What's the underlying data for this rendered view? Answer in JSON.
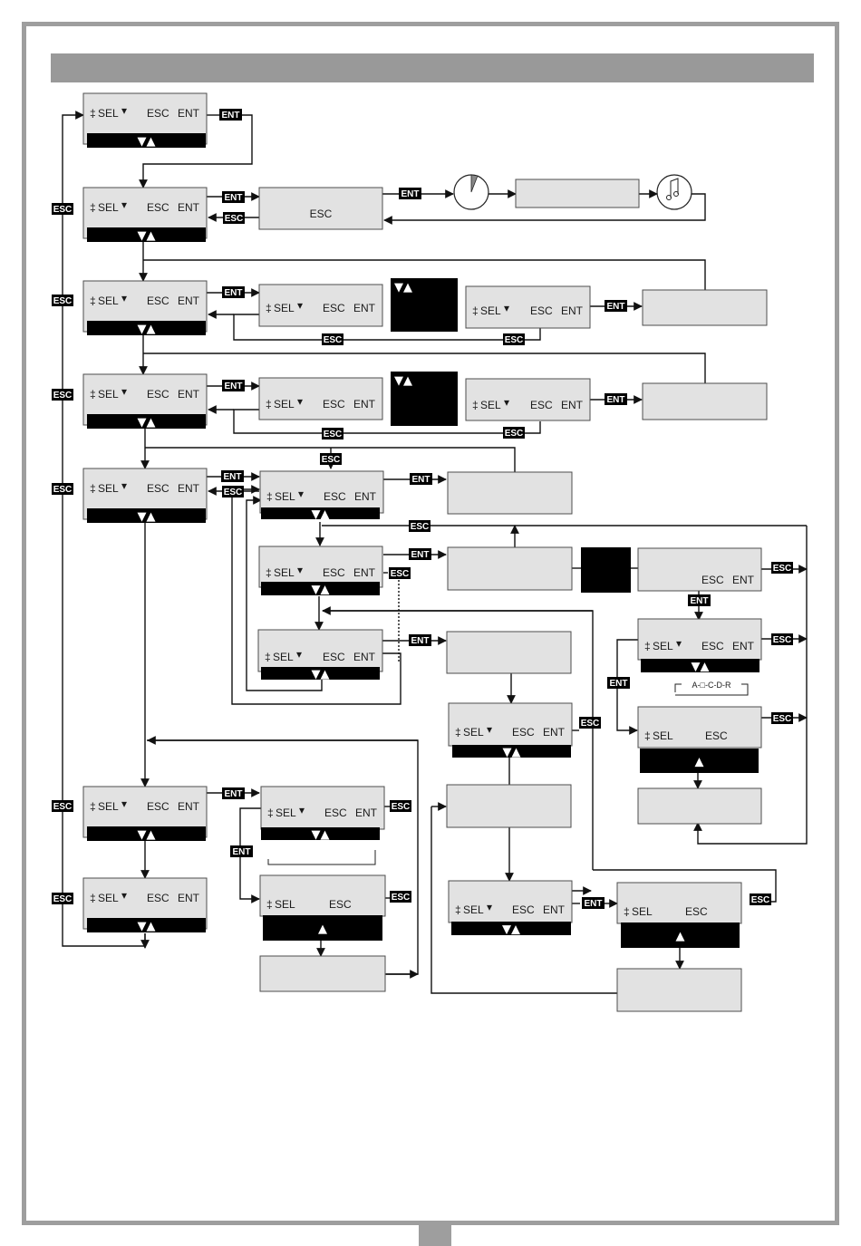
{
  "labels": {
    "sel": "SEL",
    "esc": "ESC",
    "ent": "ENT",
    "esc_ent": "ESC ENT",
    "tri_updown": "▼▲",
    "tri_up": "▲",
    "arrows": "‡",
    "sel_down": "▾",
    "abcdr": "A-□-C-D-R"
  },
  "colors": {
    "box_fill": "#e2e2e2",
    "box_stroke": "#4d4d4d",
    "bar": "#000000",
    "line": "#111111",
    "frame": "#9e9e9e",
    "header": "#999999"
  },
  "icons": [
    "timer-icon",
    "music-note-icon"
  ]
}
